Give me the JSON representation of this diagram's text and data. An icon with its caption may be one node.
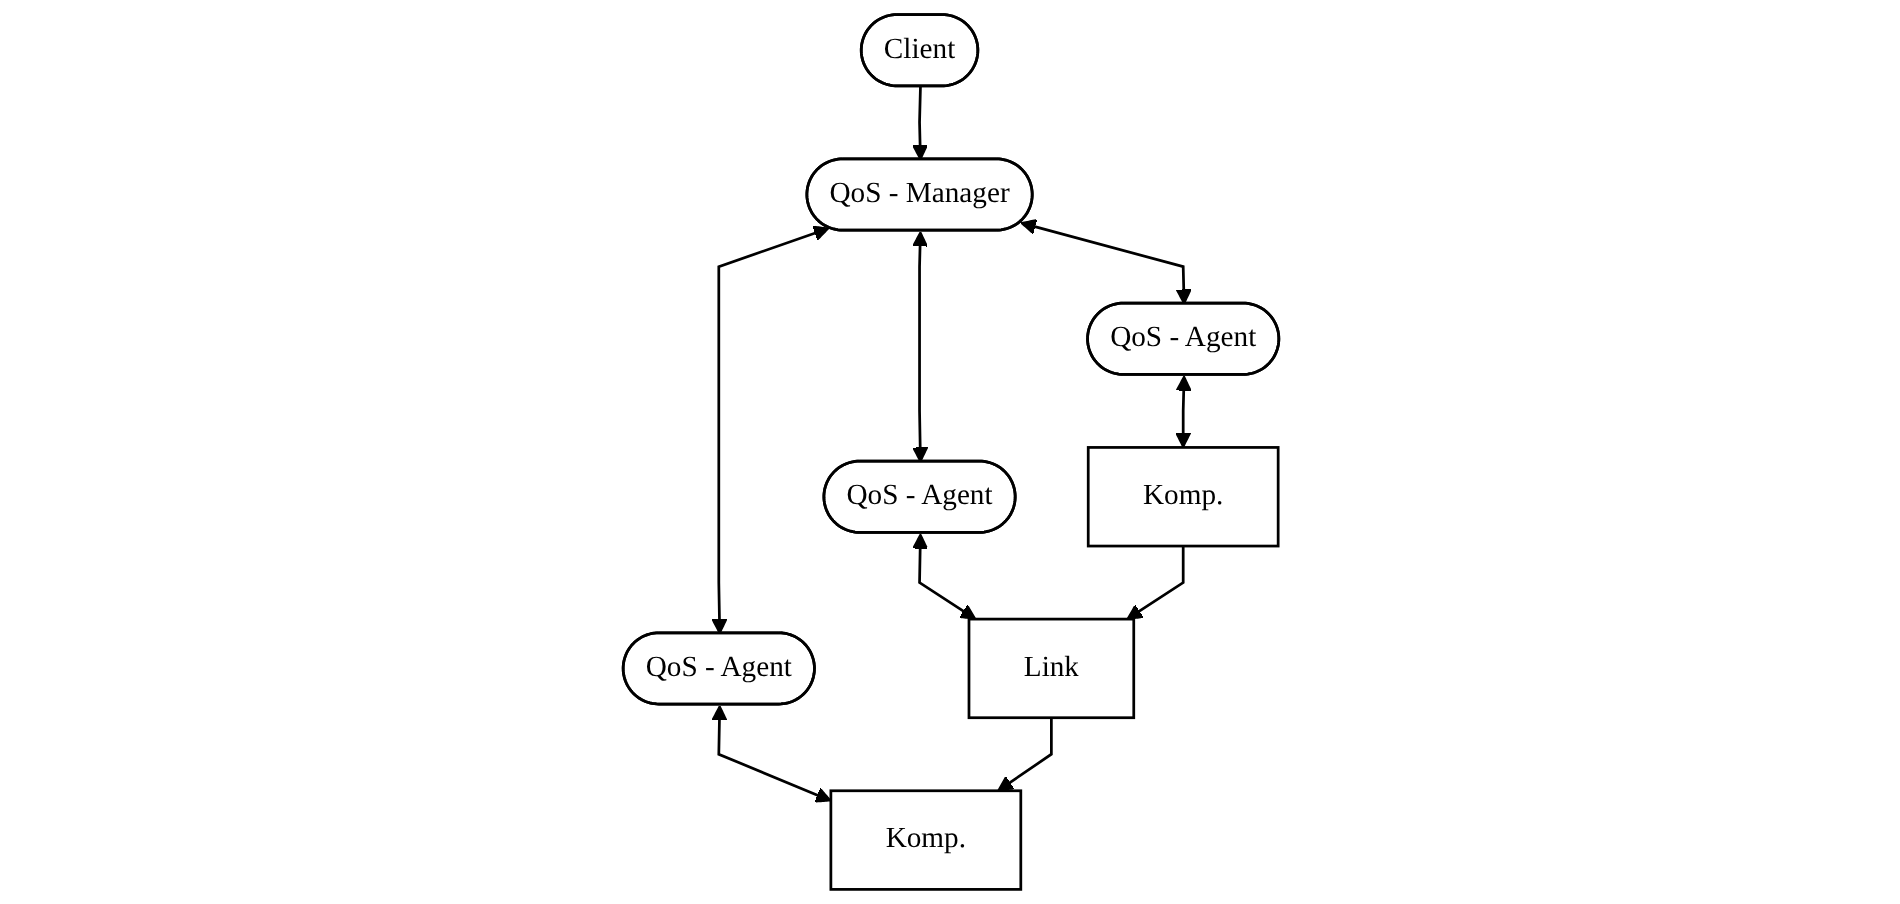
{
  "diagram": {
    "nodes": [
      {
        "text": [
          "Client"
        ]
      },
      {
        "text": [
          "QoS - Manager"
        ]
      },
      {
        "text": [
          "QoS - Agent"
        ]
      },
      {
        "text": [
          "QoS - Agent"
        ]
      },
      {
        "text": [
          "QoS - Agent"
        ]
      },
      {
        "text": [
          "Komp."
        ]
      },
      {
        "text": [
          "Link"
        ]
      },
      {
        "text": [
          "Komp."
        ]
      }
    ],
    "edges": [
      {
        "from": 0,
        "to": 1,
        "arrow": "to"
      },
      {
        "from": 1,
        "to": 2,
        "arrow": "both"
      },
      {
        "from": 1,
        "to": 3,
        "arrow": "both"
      },
      {
        "from": 1,
        "to": 4,
        "arrow": "both"
      },
      {
        "from": 2,
        "to": 5,
        "arrow": "both"
      },
      {
        "from": 3,
        "to": 6,
        "arrow": "both"
      },
      {
        "from": 4,
        "to": 7,
        "arrow": "both"
      },
      {
        "from": 5,
        "to": 6,
        "arrow": "to"
      },
      {
        "from": 6,
        "to": 7,
        "arrow": "to"
      }
    ]
  }
}
